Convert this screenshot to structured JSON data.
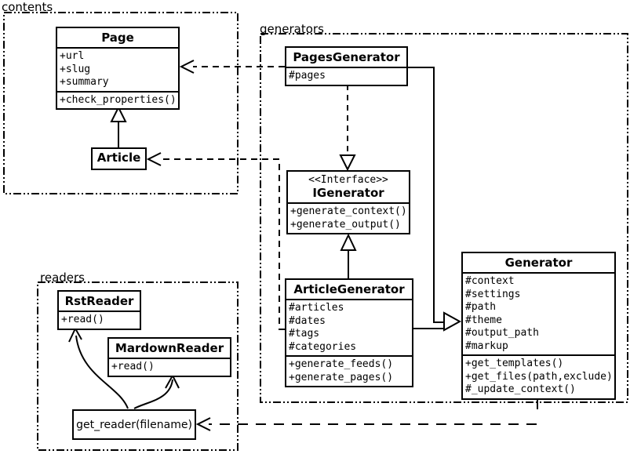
{
  "colors": {
    "stroke": "#000000",
    "background": "#ffffff",
    "box_fill": "#ffffff"
  },
  "packages": {
    "contents": {
      "label": "contents"
    },
    "generators": {
      "label": "generators"
    },
    "readers": {
      "label": "readers"
    }
  },
  "classes": {
    "page": {
      "name": "Page",
      "attrs": [
        "+url",
        "+slug",
        "+summary"
      ],
      "methods": [
        "+check_properties()"
      ]
    },
    "article": {
      "name": "Article"
    },
    "pages_generator": {
      "name": "PagesGenerator",
      "attrs": [
        "#pages"
      ]
    },
    "igenerator": {
      "stereotype": "<<Interface>>",
      "name": "IGenerator",
      "methods": [
        "+generate_context()",
        "+generate_output()"
      ]
    },
    "article_generator": {
      "name": "ArticleGenerator",
      "attrs": [
        "#articles",
        "#dates",
        "#tags",
        "#categories"
      ],
      "methods": [
        "+generate_feeds()",
        "+generate_pages()"
      ]
    },
    "generator": {
      "name": "Generator",
      "attrs": [
        "#context",
        "#settings",
        "#path",
        "#theme",
        "#output_path",
        "#markup"
      ],
      "methods": [
        "+get_templates()",
        "+get_files(path,exclude)",
        "#_update_context()"
      ]
    },
    "rst_reader": {
      "name": "RstReader",
      "methods": [
        "+read()"
      ]
    },
    "mardown_reader": {
      "name": "MardownReader",
      "methods": [
        "+read()"
      ]
    },
    "get_reader": {
      "label": "get_reader(filename)"
    }
  }
}
